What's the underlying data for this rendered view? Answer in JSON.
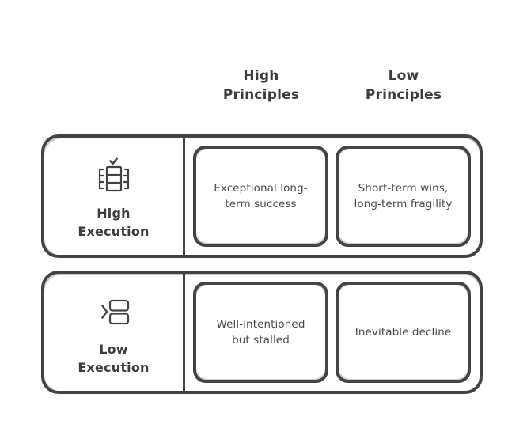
{
  "matrix": {
    "columns": [
      {
        "id": "high-principles",
        "label": "High\nPrinciples"
      },
      {
        "id": "low-principles",
        "label": "Low\nPrinciples"
      }
    ],
    "rows": [
      {
        "id": "high-execution",
        "label": "High\nExecution",
        "icon": "table-rows-check-icon",
        "cells": [
          {
            "id": "high-exec-high-principles",
            "text": "Exceptional long-term success"
          },
          {
            "id": "high-exec-low-principles",
            "text": "Short-term wins, long-term fragility"
          }
        ]
      },
      {
        "id": "low-execution",
        "label": "Low\nExecution",
        "icon": "chevron-stacked-boxes-icon",
        "cells": [
          {
            "id": "low-exec-high-principles",
            "text": "Well-intentioned but stalled"
          },
          {
            "id": "low-exec-low-principles",
            "text": "Inevitable decline"
          }
        ]
      }
    ]
  },
  "colors": {
    "background": "#ffffff",
    "stroke": "#434343",
    "heading_text": "#3d3d3d",
    "cell_text": "#4b4b4b"
  }
}
